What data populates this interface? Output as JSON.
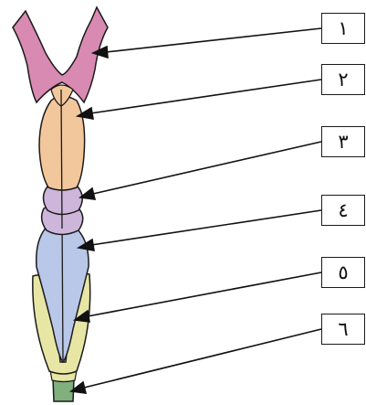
{
  "labels": [
    {
      "id": "1",
      "text": "١"
    },
    {
      "id": "2",
      "text": "٢"
    },
    {
      "id": "3",
      "text": "٣"
    },
    {
      "id": "4",
      "text": "٤"
    },
    {
      "id": "5",
      "text": "٥"
    },
    {
      "id": "6",
      "text": "٦"
    }
  ],
  "colors": {
    "part1": "#d88ab2",
    "part2": "#f3c79c",
    "part3": "#cdb6d9",
    "part4": "#b9c7e8",
    "part5": "#e8e6a4",
    "part6": "#7fb07d",
    "outline": "#1a1a1a"
  }
}
